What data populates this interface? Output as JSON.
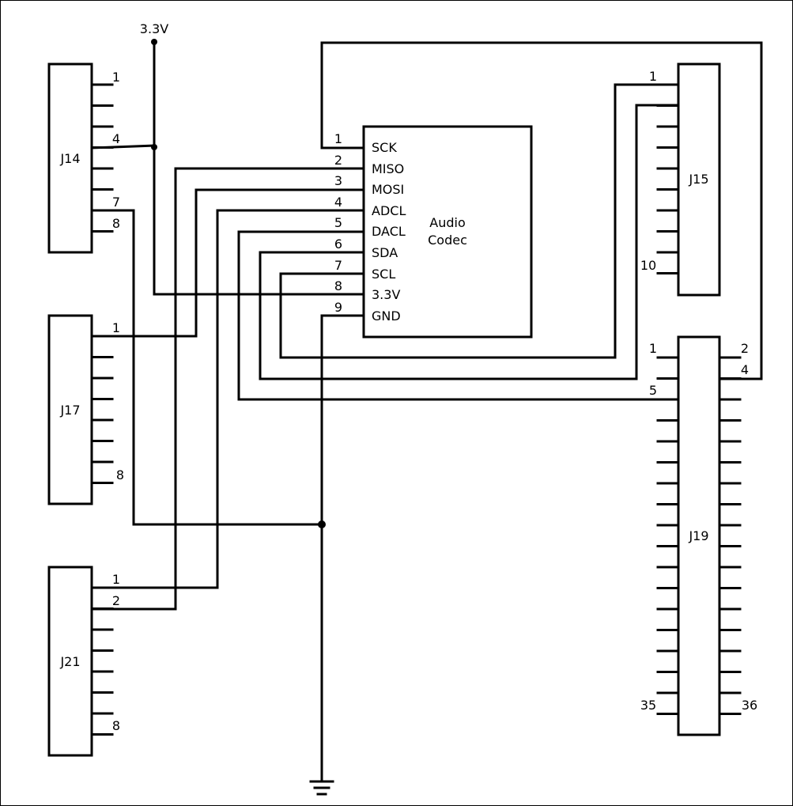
{
  "power_label": "3.3V",
  "codec": {
    "name_line1": "Audio",
    "name_line2": "Codec",
    "pins": [
      {
        "num": "1",
        "name": "SCK"
      },
      {
        "num": "2",
        "name": "MISO"
      },
      {
        "num": "3",
        "name": "MOSI"
      },
      {
        "num": "4",
        "name": "ADCL"
      },
      {
        "num": "5",
        "name": "DACL"
      },
      {
        "num": "6",
        "name": "SDA"
      },
      {
        "num": "7",
        "name": "SCL"
      },
      {
        "num": "8",
        "name": "3.3V"
      },
      {
        "num": "9",
        "name": "GND"
      }
    ]
  },
  "headers": {
    "j14": {
      "name": "J14",
      "pin_first": "1",
      "pin_4": "4",
      "pin_7": "7",
      "pin_last": "8"
    },
    "j17": {
      "name": "J17",
      "pin_first": "1",
      "pin_last": "8"
    },
    "j21": {
      "name": "J21",
      "pin_first": "1",
      "pin_2": "2",
      "pin_last": "8"
    },
    "j15": {
      "name": "J15",
      "pin_first": "1",
      "pin_last": "10"
    },
    "j19": {
      "name": "J19",
      "pin_1": "1",
      "pin_2": "2",
      "pin_4": "4",
      "pin_5": "5",
      "pin_35": "35",
      "pin_36": "36"
    }
  }
}
